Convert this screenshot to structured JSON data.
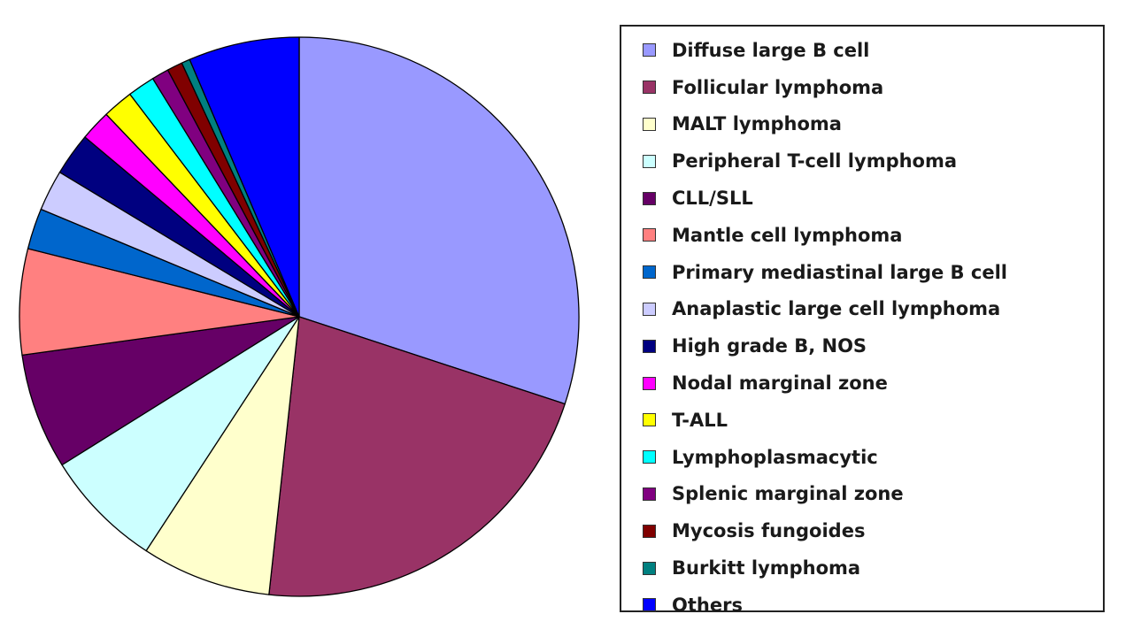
{
  "chart_data": {
    "type": "pie",
    "title": "",
    "start_angle_deg": 90,
    "direction": "clockwise",
    "legend_position": "right",
    "slices": [
      {
        "label": "Diffuse large B cell",
        "value": 30.5,
        "color": "#9999ff"
      },
      {
        "label": "Follicular lymphoma",
        "value": 22.0,
        "color": "#993366"
      },
      {
        "label": "MALT lymphoma",
        "value": 7.6,
        "color": "#ffffcc"
      },
      {
        "label": "Peripheral T-cell lymphoma",
        "value": 7.0,
        "color": "#ccffff"
      },
      {
        "label": "CLL/SLL",
        "value": 6.8,
        "color": "#660066"
      },
      {
        "label": "Mantle cell lymphoma",
        "value": 6.2,
        "color": "#ff8080"
      },
      {
        "label": "Primary mediastinal large B cell",
        "value": 2.4,
        "color": "#0066cc"
      },
      {
        "label": "Anaplastic large cell lymphoma",
        "value": 2.4,
        "color": "#ccccff"
      },
      {
        "label": "High grade B, NOS",
        "value": 2.5,
        "color": "#000080"
      },
      {
        "label": "Nodal marginal zone",
        "value": 1.8,
        "color": "#ff00ff"
      },
      {
        "label": "T-ALL",
        "value": 1.8,
        "color": "#ffff00"
      },
      {
        "label": "Lymphoplasmacytic",
        "value": 1.6,
        "color": "#00ffff"
      },
      {
        "label": "Splenic marginal zone",
        "value": 1.0,
        "color": "#800080"
      },
      {
        "label": "Mycosis fungoides",
        "value": 0.9,
        "color": "#800000"
      },
      {
        "label": "Burkitt lymphoma",
        "value": 0.5,
        "color": "#008080"
      },
      {
        "label": "Others",
        "value": 6.5,
        "color": "#0000ff"
      }
    ]
  }
}
